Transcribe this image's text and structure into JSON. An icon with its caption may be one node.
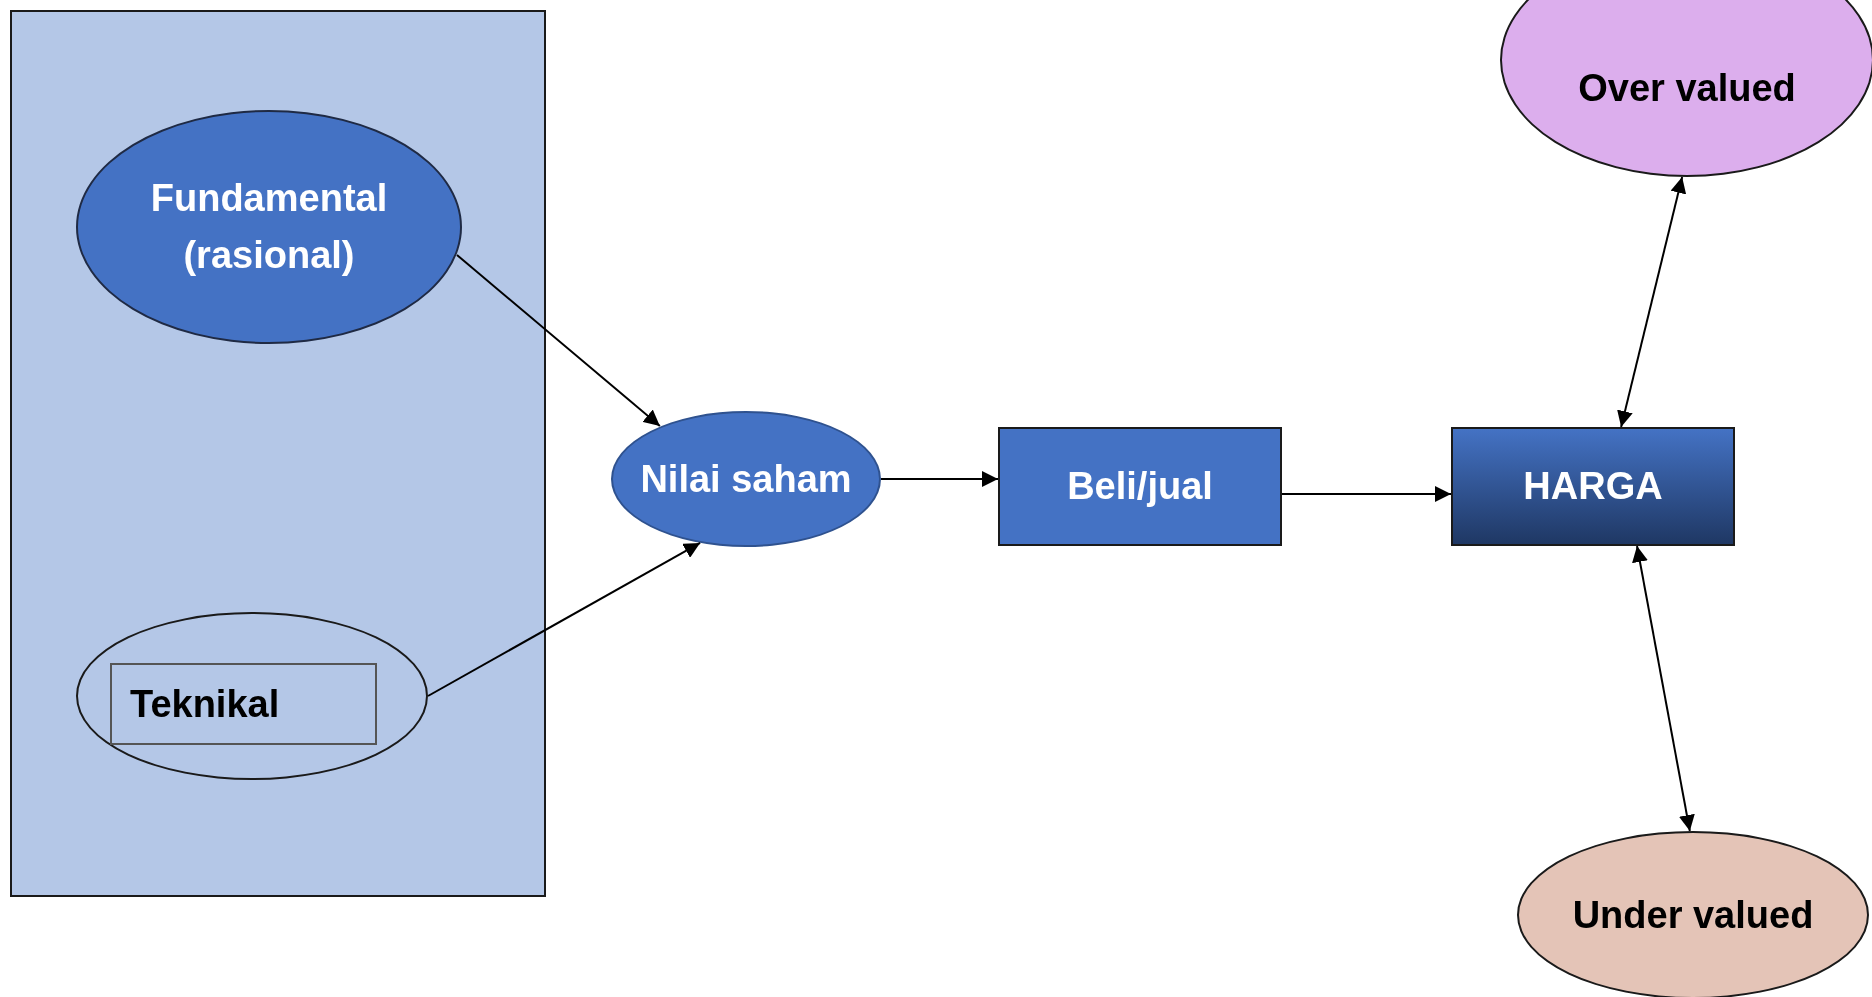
{
  "diagram": {
    "nodes": [
      {
        "text": [],
        "shape": "box"
      },
      {
        "text": [
          "Fundamental (rasional)"
        ],
        "in": 0
      },
      {
        "text": [],
        "shape": "ellipse",
        "in": 0
      },
      {
        "text": [
          "Teknikal"
        ],
        "in": 2
      },
      {
        "text": [
          "Nilai saham"
        ]
      },
      {
        "text": [
          "Beli/jual"
        ]
      },
      {
        "text": [
          "HARGA"
        ]
      },
      {
        "text": [
          "Over valued"
        ]
      },
      {
        "text": [
          "Under valued"
        ]
      }
    ],
    "edges": [
      {
        "from": 1,
        "to": 4,
        "arrow": "to"
      },
      {
        "from": 2,
        "to": 4,
        "arrow": "to"
      },
      {
        "from": 4,
        "to": 5,
        "arrow": "to"
      },
      {
        "from": 5,
        "to": 6,
        "arrow": "to"
      },
      {
        "from": 6,
        "to": 7,
        "arrow": "both"
      },
      {
        "from": 6,
        "to": 8,
        "arrow": "both"
      }
    ]
  }
}
